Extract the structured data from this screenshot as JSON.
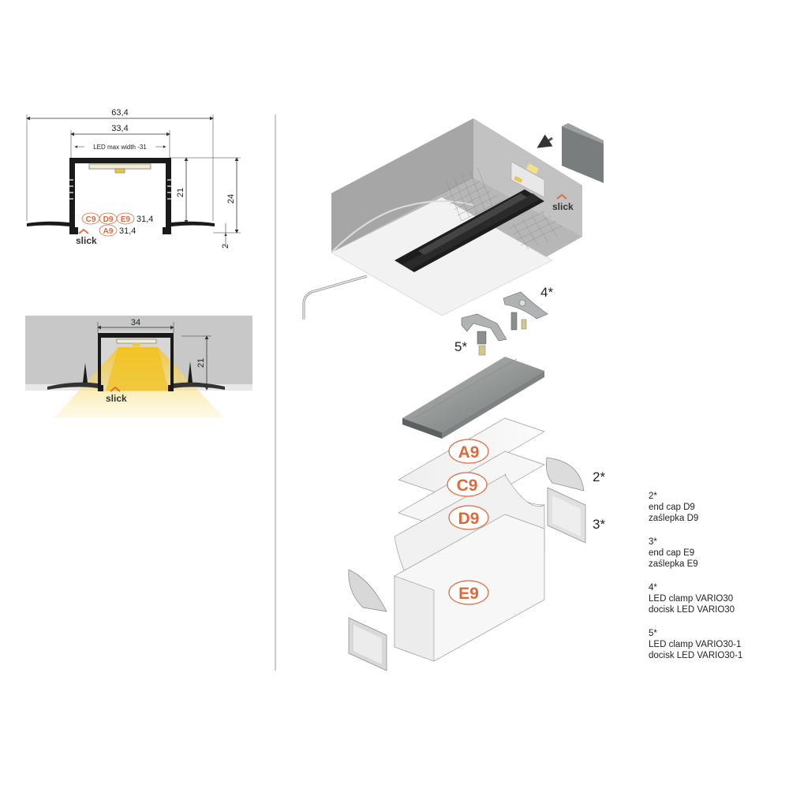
{
  "profile_section": {
    "dim_total_width": "63,4",
    "dim_inner_width": "33,4",
    "led_max_width_label": "LED max width -31",
    "dim_height_inner": "21",
    "dim_height_total": "24",
    "dim_flange": "2",
    "cover_row_1_codes": [
      "C9",
      "D9",
      "E9"
    ],
    "cover_row_1_value": "31,4",
    "cover_row_2_codes": [
      "A9"
    ],
    "cover_row_2_value": "31,4",
    "brand": "slick"
  },
  "installed_section": {
    "dim_width": "34",
    "dim_height": "21",
    "brand": "slick"
  },
  "exploded_view": {
    "brand": "slick",
    "callouts": [
      "4*",
      "5*",
      "2*",
      "3*"
    ],
    "cover_labels": [
      "A9",
      "C9",
      "D9",
      "E9"
    ]
  },
  "legend": [
    {
      "ref": "2*",
      "en": "end cap D9",
      "pl": "zaślepka D9"
    },
    {
      "ref": "3*",
      "en": "end cap E9",
      "pl": "zaślepka E9"
    },
    {
      "ref": "4*",
      "en": "LED clamp VARIO30",
      "pl": "docisk LED VARIO30"
    },
    {
      "ref": "5*",
      "en": "LED clamp VARIO30-1",
      "pl": "docisk LED VARIO30-1"
    }
  ],
  "colors": {
    "accent_orange": "#e0683a",
    "profile_black": "#1a1a1a",
    "ceiling_grey": "#c8c8c8",
    "light_yellow": "#f4d85a"
  }
}
